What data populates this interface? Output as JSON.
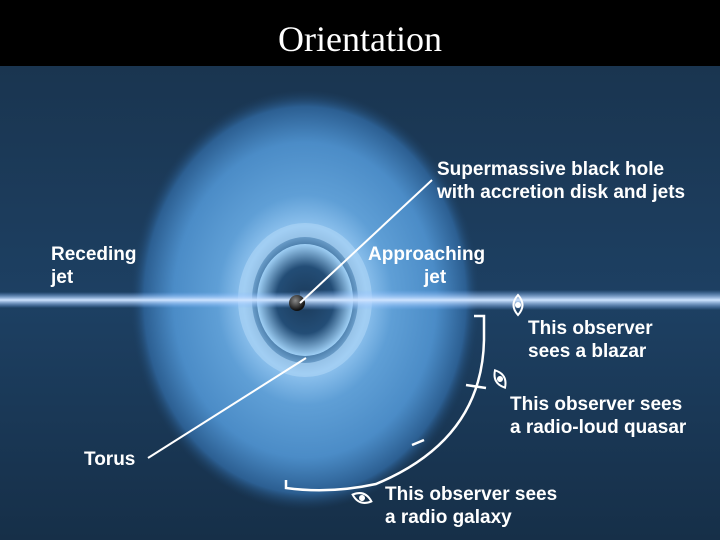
{
  "slide": {
    "title": "Orientation"
  },
  "diagram": {
    "labels": {
      "black_hole_line1": "Supermassive black hole",
      "black_hole_line2": "with accretion disk and jets",
      "receding_line1": "Receding",
      "receding_line2": "jet",
      "approaching_line1": "Approaching",
      "approaching_line2": "jet",
      "blazar_line1": "This observer",
      "blazar_line2": "sees a blazar",
      "quasar_line1": "This observer sees",
      "quasar_line2": "a radio-loud quasar",
      "torus": "Torus",
      "galaxy_line1": "This observer sees",
      "galaxy_line2": "a radio galaxy"
    },
    "icons": [
      "eye-icon",
      "eye-icon",
      "eye-icon"
    ],
    "colors": {
      "background": "#1a3a5c",
      "jet": "#7fb6ff",
      "torus": "#6aa8e0",
      "text": "#ffffff"
    }
  }
}
